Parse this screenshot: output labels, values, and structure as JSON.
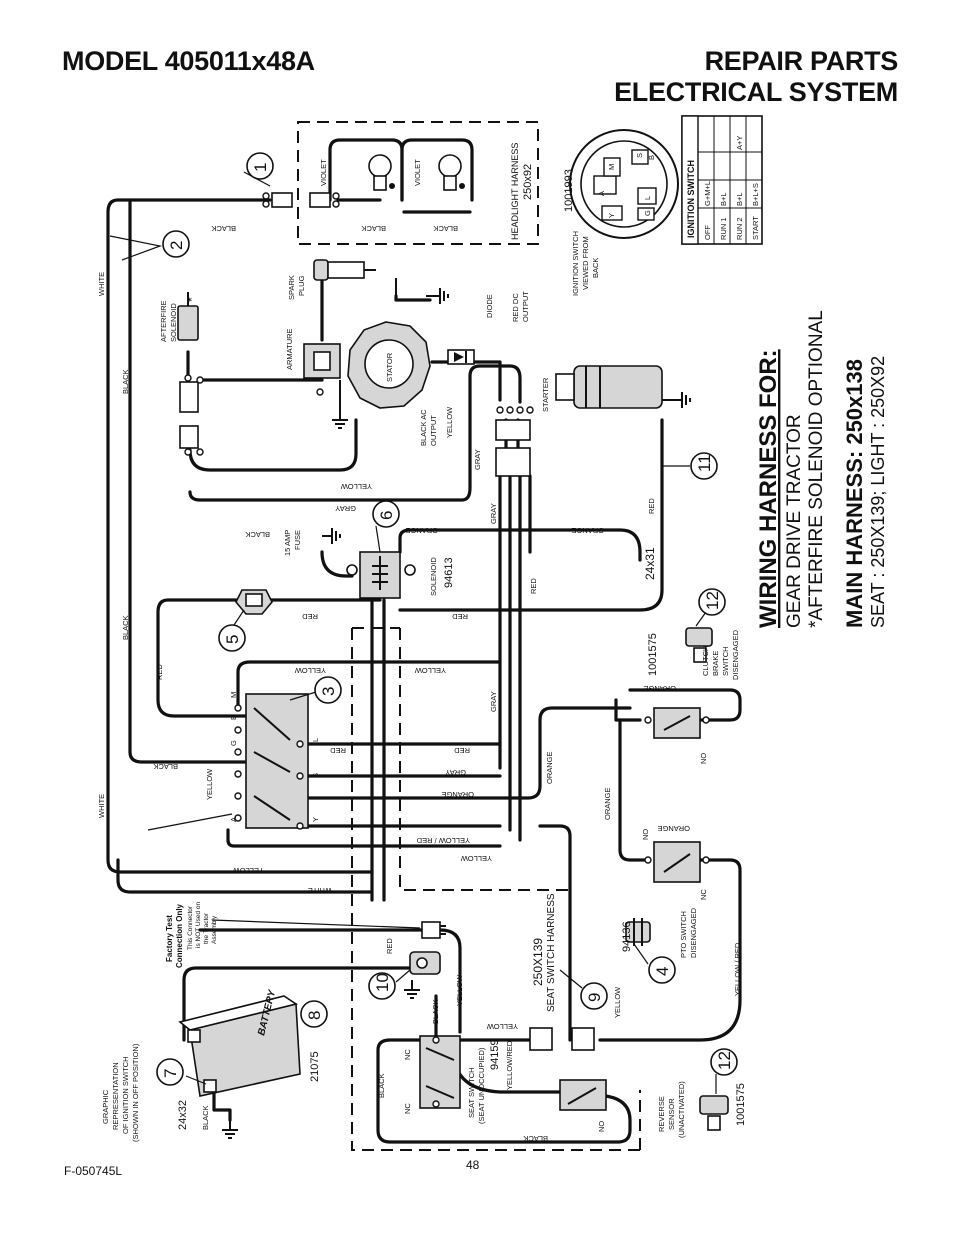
{
  "header": {
    "model": "MODEL 405011x48A",
    "title_line1": "REPAIR PARTS",
    "title_line2": "ELECTRICAL SYSTEM"
  },
  "footer": {
    "code": "F-050745L",
    "page": "48"
  },
  "wiring_harness": {
    "heading": "WIRING HARNESS FOR:",
    "line1": "GEAR DRIVE TRACTOR",
    "line2": "*AFTERFIRE SOLENOID OPTIONAL",
    "main_heading": "MAIN HARNESS: 250x138",
    "main_line": "SEAT : 250X139;   LIGHT : 250X92"
  },
  "ignition_table": {
    "title": "IGNITION SWITCH",
    "rows": [
      [
        "OFF",
        "G+M+L",
        ""
      ],
      [
        "RUN 1",
        "B+L",
        ""
      ],
      [
        "RUN 2",
        "B+L",
        "A+Y"
      ],
      [
        "START",
        "B+L+S",
        ""
      ]
    ]
  },
  "callouts": [
    "1",
    "2",
    "3",
    "4",
    "5",
    "6",
    "7",
    "8",
    "9",
    "10",
    "11",
    "12",
    "12"
  ],
  "labels": {
    "headlight_harness": "HEADLIGHT HARNESS",
    "headlight_pn": "250x92",
    "ign_pn": "1001993",
    "ign_view": "IGNITION SWITCH VIEWED FROM BACK",
    "spark_plug": "SPARK PLUG",
    "afterfire": "AFTERFIRE SOLENOID",
    "armature": "ARMATURE",
    "stator": "STATOR",
    "diode": "DIODE",
    "red_dc": "RED DC OUTPUT",
    "black_ac": "BLACK AC OUTPUT",
    "starter": "STARTER",
    "fuse": "15 AMP FUSE",
    "solenoid": "SOLENOID",
    "solenoid_pn": "94613",
    "cable_24x31": "24x31",
    "clutch_pn": "1001575",
    "clutch": "CLUTCH BRAKE SWITCH DISENGAGED",
    "pto_pn": "94136",
    "pto": "PTO SWITCH DISENGAGED",
    "seat_harness": "SEAT SWITCH HARNESS",
    "seat_harness_pn": "250X139",
    "seat_switch": "SEAT SWITCH (SEAT UNOCCUPIED)",
    "seat_pn": "94159",
    "reverse": "REVERSE SENSOR (UNACTIVATED)",
    "reverse_pn": "1001575",
    "battery": "BATTERY",
    "battery_pn": "21075",
    "cable_24x32": "24x32",
    "graphic_rep": "GRAPHIC REPRESENTATION OF IGNITION SWITCH (SHOWN IN OFF POSITION)",
    "factory_test": "Factory Test Connection Only",
    "factory_note": "This Connector is NOT Used on the Tractor Assembly"
  },
  "wire_colors": {
    "black": "BLACK",
    "white": "WHITE",
    "violet": "VIOLET",
    "yellow": "YELLOW",
    "gray": "GRAY",
    "orange": "ORANGE",
    "red": "RED",
    "yellow_red": "YELLOW / RED",
    "yellow_red_b": "YELLOW/RED"
  },
  "terminals": {
    "m": "M",
    "b": "B",
    "g": "G",
    "a": "A",
    "l": "L",
    "s": "S",
    "y": "Y",
    "nc": "NC",
    "no": "NO"
  }
}
